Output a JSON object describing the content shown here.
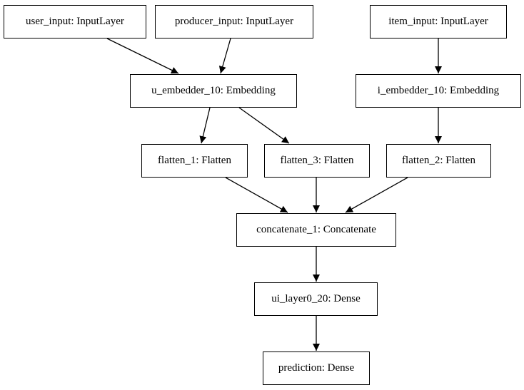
{
  "nodes": {
    "user_input": "user_input: InputLayer",
    "producer_input": "producer_input: InputLayer",
    "item_input": "item_input: InputLayer",
    "u_embedder": "u_embedder_10: Embedding",
    "i_embedder": "i_embedder_10: Embedding",
    "flatten_1": "flatten_1: Flatten",
    "flatten_3": "flatten_3: Flatten",
    "flatten_2": "flatten_2: Flatten",
    "concatenate": "concatenate_1: Concatenate",
    "ui_layer": "ui_layer0_20: Dense",
    "prediction": "prediction: Dense"
  },
  "edges": [
    [
      "user_input",
      "u_embedder"
    ],
    [
      "producer_input",
      "u_embedder"
    ],
    [
      "item_input",
      "i_embedder"
    ],
    [
      "u_embedder",
      "flatten_1"
    ],
    [
      "u_embedder",
      "flatten_3"
    ],
    [
      "i_embedder",
      "flatten_2"
    ],
    [
      "flatten_1",
      "concatenate"
    ],
    [
      "flatten_3",
      "concatenate"
    ],
    [
      "flatten_2",
      "concatenate"
    ],
    [
      "concatenate",
      "ui_layer"
    ],
    [
      "ui_layer",
      "prediction"
    ]
  ],
  "colors": {
    "stroke": "#000000",
    "background": "#ffffff"
  }
}
